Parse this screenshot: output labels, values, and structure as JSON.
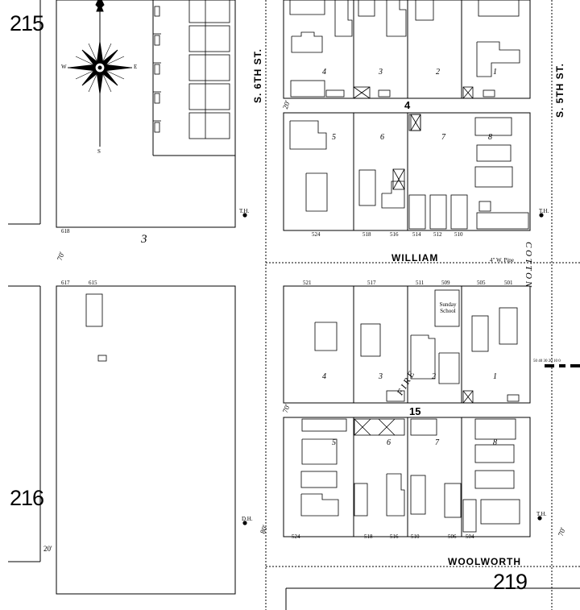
{
  "sheets": {
    "top_left": "215",
    "bottom_left": "216",
    "bottom_right": "219"
  },
  "streets": {
    "s6th": "S. 6TH ST.",
    "s5th": "S. 5TH ST.",
    "william": "WILLIAM",
    "woolworth": "WOOLWORTH"
  },
  "blocks": {
    "north": "4",
    "south": "15"
  },
  "compass": {
    "n": "N",
    "s": "S",
    "e": "E",
    "w": "W"
  },
  "vertical_text": {
    "cotton": "C O T T O N",
    "fire": "F I R E"
  },
  "labels": {
    "sunday_school": "Sunday School",
    "th_1": "T.H.",
    "th_2": "T.H.",
    "th_3": "T.H.",
    "dh": "D.H.",
    "pipe": "4\" W. Pipe",
    "scale": "50 40 30 20 10 0"
  },
  "lot_numbers": {
    "north_block": [
      "4",
      "3",
      "2",
      "1",
      "5",
      "6",
      "7",
      "8"
    ],
    "south_block": [
      "4",
      "3",
      "2",
      "1",
      "5",
      "6",
      "7",
      "8"
    ]
  },
  "addresses": {
    "william_north": [
      "524",
      "518",
      "516",
      "514",
      "512",
      "510"
    ],
    "william_south": [
      "521",
      "517",
      "511",
      "509",
      "505",
      "501"
    ],
    "woolworth_north": [
      "524",
      "518",
      "516",
      "510",
      "506",
      "504"
    ],
    "left_618": "618",
    "left_617": "617",
    "left_615": "615"
  },
  "dims": {
    "d20a": "20'",
    "d70a": "70'",
    "d20b": "20'",
    "d70b": "70'",
    "d80": "80'",
    "d70c": "70'"
  }
}
